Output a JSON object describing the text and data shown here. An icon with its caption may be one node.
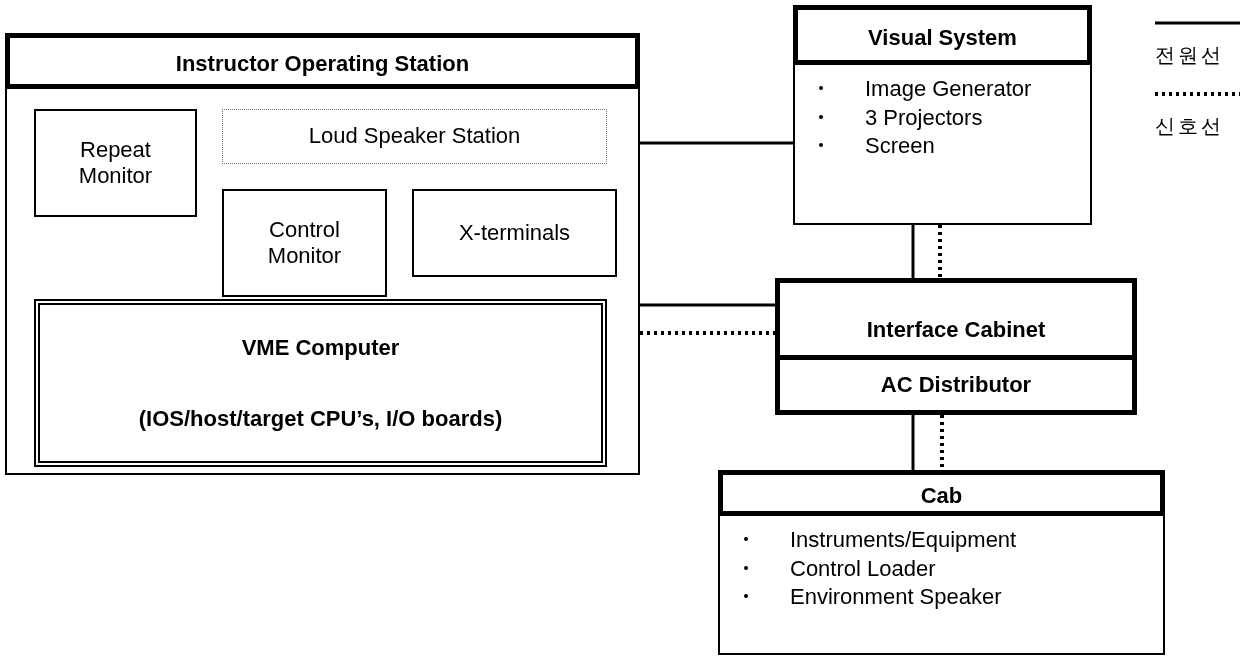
{
  "diagram": {
    "nodes": [
      {
        "text": [
          "Instructor Operating Station"
        ]
      },
      {
        "text": [
          "Repeat Monitor"
        ],
        "in": 0
      },
      {
        "text": [
          "Loud Speaker Station"
        ],
        "in": 0
      },
      {
        "text": [
          "Control Monitor"
        ],
        "in": 0
      },
      {
        "text": [
          "X-terminals"
        ],
        "in": 0
      },
      {
        "text": [
          "VME Computer",
          "(IOS/host/target CPU’s, I/O boards)"
        ],
        "in": 0
      },
      {
        "text": [
          "Visual System",
          "Image Generator",
          "3 Projectors",
          "Screen"
        ]
      },
      {
        "text": [
          "Interface Cabinet",
          "AC Distributor"
        ]
      },
      {
        "text": [
          "Cab",
          "Instruments/Equipment",
          "Control Loader",
          "Environment Speaker"
        ]
      }
    ],
    "edges": [
      {
        "from": 0,
        "to": 6,
        "arrow": "none"
      },
      {
        "from": 0,
        "to": 7,
        "arrow": "none"
      },
      {
        "from": 0,
        "to": 7,
        "arrow": "none",
        "style": "dashed"
      },
      {
        "from": 6,
        "to": 7,
        "arrow": "none"
      },
      {
        "from": 6,
        "to": 7,
        "arrow": "none",
        "style": "dashed"
      },
      {
        "from": 7,
        "to": 8,
        "arrow": "none"
      },
      {
        "from": 7,
        "to": 8,
        "arrow": "none",
        "style": "dashed"
      }
    ],
    "legend": [
      {
        "text": "전원선"
      },
      {
        "text": "신호선"
      }
    ]
  }
}
